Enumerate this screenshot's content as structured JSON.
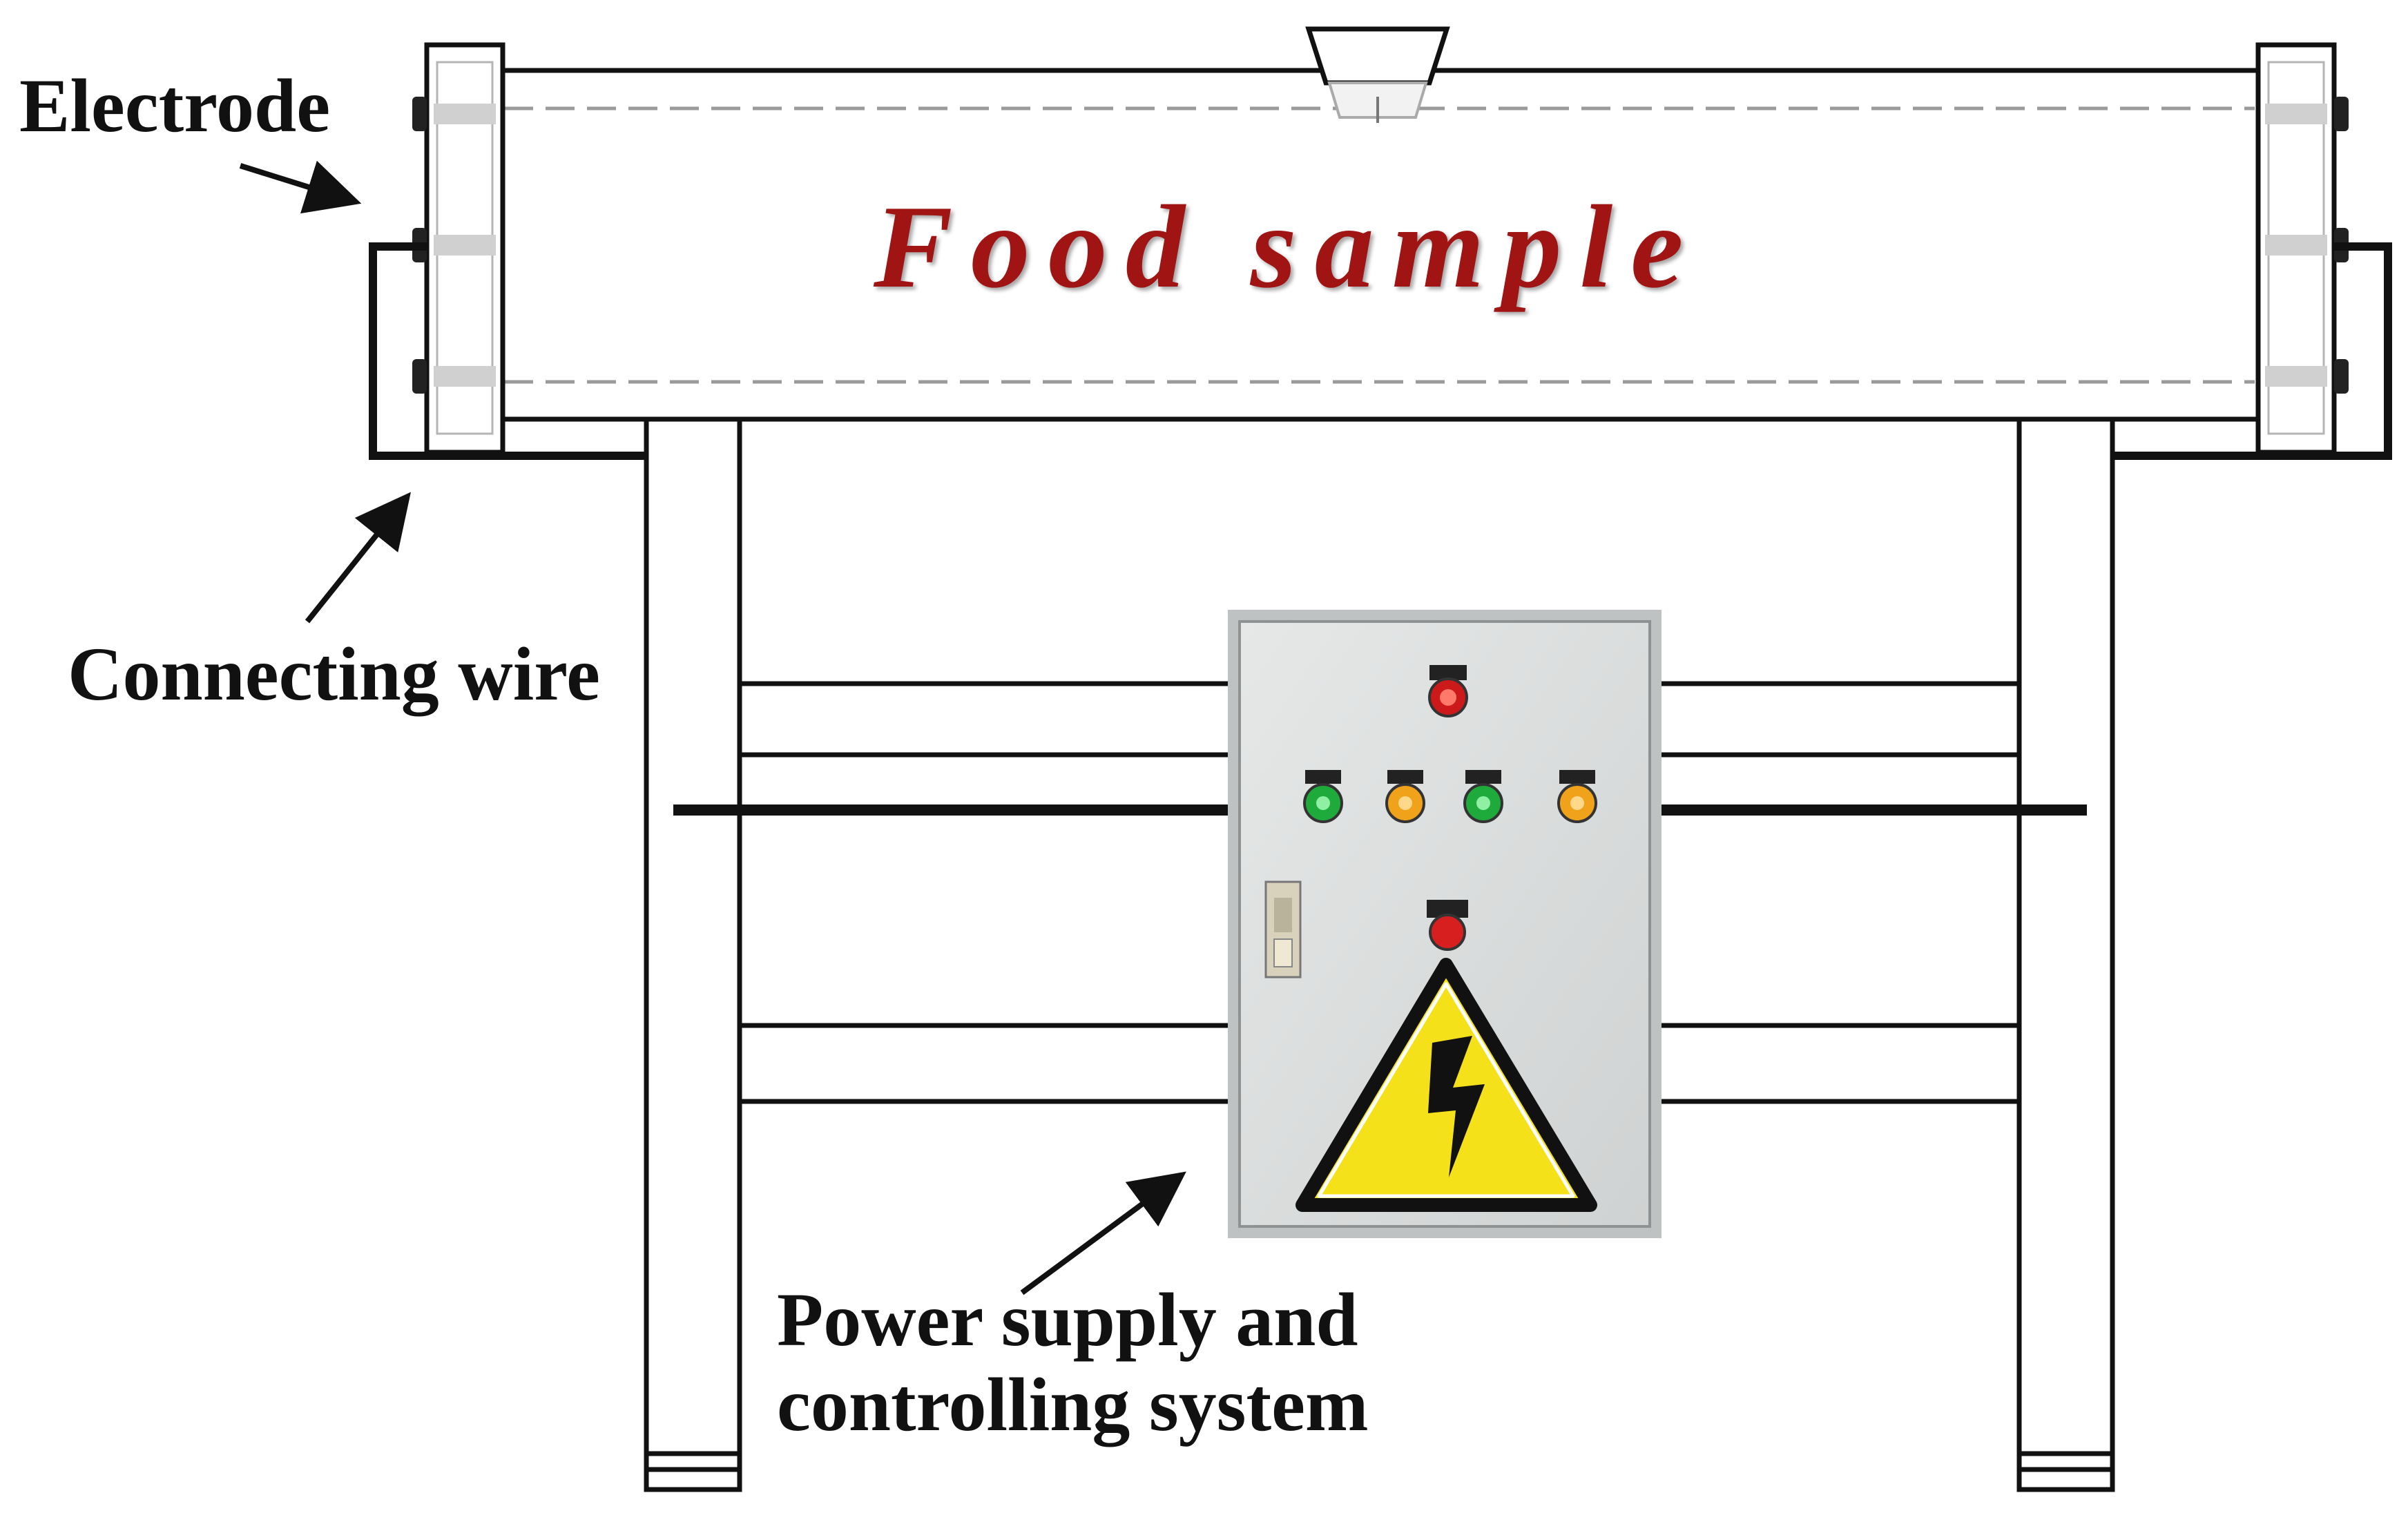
{
  "labels": {
    "electrode": "Electrode",
    "connecting_wire": "Connecting wire",
    "food_sample": "Food sample",
    "power_supply_line1": "Power supply and",
    "power_supply_line2": "controlling system"
  },
  "colors": {
    "line": "#111111",
    "food_text": "#a01414",
    "cabinet": "#d9dcdc",
    "warning_yellow": "#f4e11a",
    "lamp_green": "#1faa3c",
    "lamp_orange": "#f0a21b",
    "lamp_red": "#d81f1f"
  },
  "icons": {
    "warning_sign": "high-voltage-warning-icon",
    "lamps": [
      "red-indicator-lamp",
      "green-indicator-lamp",
      "orange-indicator-lamp",
      "green-indicator-lamp",
      "orange-indicator-lamp"
    ],
    "button": "red-push-button"
  }
}
